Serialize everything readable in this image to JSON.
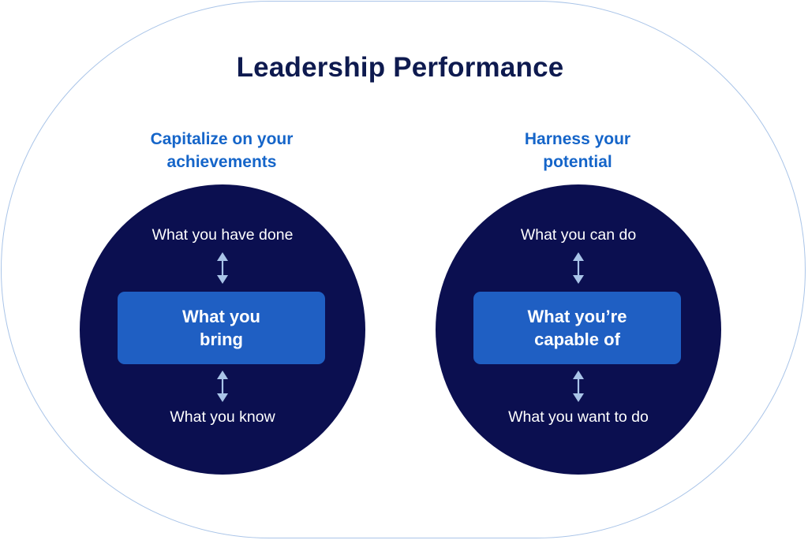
{
  "title": "Leadership Performance",
  "colors": {
    "outline": "#a9c4e8",
    "title": "#0e1a4f",
    "subhead": "#1565c9",
    "circle": "#0b0f50",
    "box": "#1f5fc3",
    "arrow": "#a9c4e8"
  },
  "left": {
    "subhead_line1": "Capitalize on your",
    "subhead_line2": "achievements",
    "top": "What you have done",
    "center_line1": "What you",
    "center_line2": "bring",
    "bottom": "What you know"
  },
  "right": {
    "subhead_line1": "Harness your",
    "subhead_line2": "potential",
    "top": "What you can do",
    "center_line1": "What you’re",
    "center_line2": "capable of",
    "bottom": "What you want to do"
  }
}
